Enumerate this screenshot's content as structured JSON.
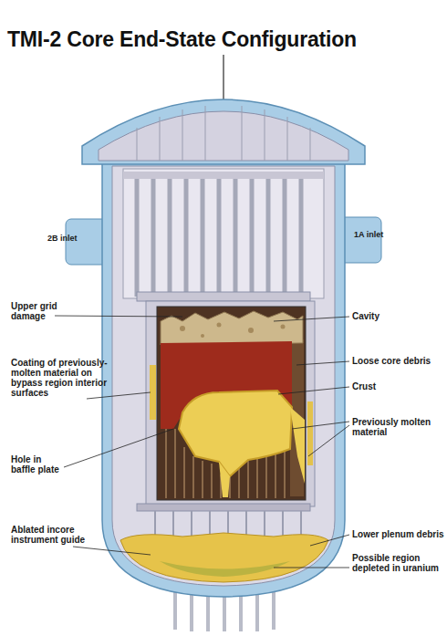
{
  "diagram": {
    "title": "TMI-2 Core End-State Configuration",
    "labels": [
      "2B inlet",
      "1A inlet",
      "Upper grid damage",
      "Cavity",
      "Coating of previously-molten material on bypass region interior surfaces",
      "Loose core debris",
      "Crust",
      "Previously molten material",
      "Hole in baffle plate",
      "Ablated incore instrument guide",
      "Lower plenum debris",
      "Possible region depleted in uranium"
    ]
  }
}
